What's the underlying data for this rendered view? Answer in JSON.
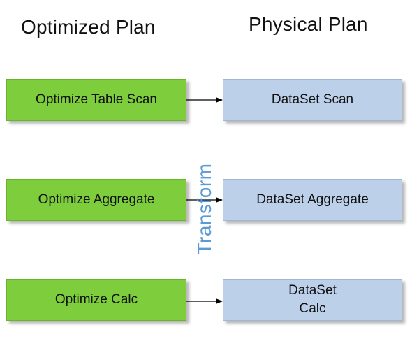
{
  "titles": {
    "left": "Optimized Plan",
    "right": "Physical Plan"
  },
  "left_nodes": [
    "Optimize Table Scan",
    "Optimize Aggregate",
    "Optimize Calc"
  ],
  "right_nodes": [
    "DataSet Scan",
    "DataSet Aggregate",
    {
      "line1": "DataSet",
      "line2": "Calc"
    }
  ],
  "transform_label": "Transform",
  "colors": {
    "left_box": "#7dcd3c",
    "right_box": "#bdd0ea",
    "transform_text": "#5b9bd5",
    "arrow": "#000000"
  }
}
